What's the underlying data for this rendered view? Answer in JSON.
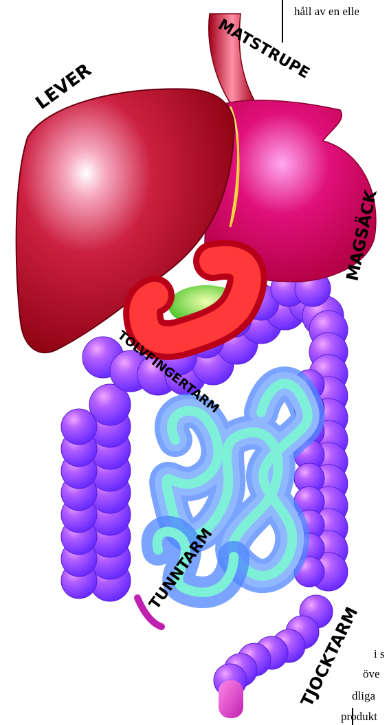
{
  "labels": {
    "liver": "LEVER",
    "esophagus": "MATSTRUPE",
    "stomach": "MAGSÄCK",
    "duodenum": "TOLVFINGERTARM",
    "small_intestine": "TUNNTARM",
    "large_intestine": "TJOCKTARM"
  },
  "text_fragments": {
    "top_right": "håll av en elle",
    "bottom_line1": "i s",
    "bottom_line2": "öve",
    "bottom_line3": "dliga",
    "bottom_line4": "produkt"
  },
  "colors": {
    "liver": "#b8101e",
    "stomach": "#d6005e",
    "duodenum": "#ff3030",
    "small_intestine": "#7ee8d8",
    "large_intestine": "#9a5cff",
    "gallbladder": "#7dff3a"
  }
}
